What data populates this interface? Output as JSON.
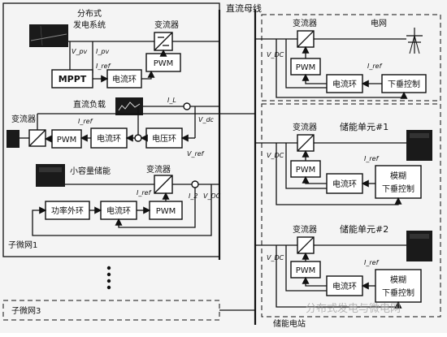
{
  "labels": {
    "distributed_gen_line1": "分布式",
    "distributed_gen_line2": "发电系统",
    "dc_bus": "直流母线",
    "converter": "变流器",
    "grid": "电网",
    "mppt": "MPPT",
    "pwm": "PWM",
    "current_loop": "电流环",
    "voltage_loop": "电压环",
    "power_loop": "功率外环",
    "droop_control": "下垂控制",
    "fuzzy_line1": "模糊",
    "fuzzy_line2": "下垂控制",
    "dc_load": "直流负载",
    "small_storage": "小容量储能",
    "storage_unit_1": "储能单元#1",
    "storage_unit_2": "储能单元#2",
    "microgrid_1": "子微网1",
    "microgrid_3": "子微网3",
    "storage_station": "储能电站",
    "watermark": "分布式发电与微电网"
  },
  "symbols": {
    "v_pv": "V_pv",
    "i_pv": "I_pv",
    "i_ref": "I_ref",
    "v_dc": "V_DC",
    "i_l": "I_L",
    "v_dc_lower": "V_dc",
    "v_ref": "V_ref",
    "i_2": "I_2"
  }
}
